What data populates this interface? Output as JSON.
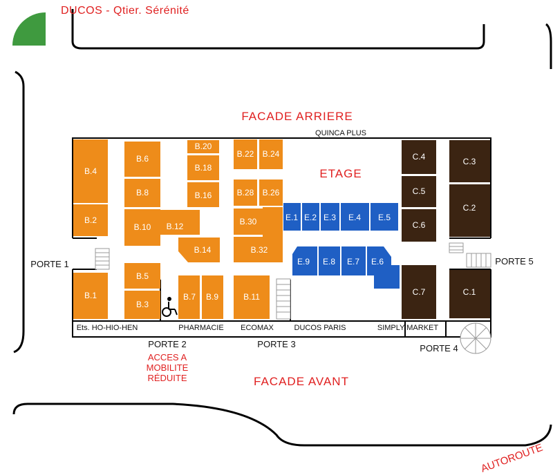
{
  "header": {
    "title": "DUCOS - Qtier. Sérénité"
  },
  "facades": {
    "rear": "FACADE ARRIERE",
    "front": "FACADE AVANT",
    "autoroute": "AUTOROUTE"
  },
  "floor": {
    "upper": "ETAGE",
    "quinca": "QUINCA PLUS"
  },
  "doors": {
    "p1": "PORTE 1",
    "p2": "PORTE 2",
    "p2_note": [
      "ACCES A",
      "MOBILITE",
      "RÉDUITE"
    ],
    "p3": "PORTE 3",
    "p4": "PORTE 4",
    "p5": "PORTE 5"
  },
  "stores": {
    "hohiohen": "Ets. HO-HIO-HEN",
    "pharmacie": "PHARMACIE",
    "ecomax": "ECOMAX",
    "ducos_paris": "DUCOS PARIS",
    "simply": "SIMPLY MARKET"
  },
  "units": {
    "b4": "B.4",
    "b2": "B.2",
    "b1": "B.1",
    "b6": "B.6",
    "b8": "B.8",
    "b10": "B.10",
    "b12": "B.12",
    "b5": "B.5",
    "b3": "B.3",
    "b20": "B.20",
    "b18": "B.18",
    "b16": "B.16",
    "b14": "B.14",
    "b7": "B.7",
    "b9": "B.9",
    "b22": "B.22",
    "b24": "B.24",
    "b28": "B.28",
    "b26": "B.26",
    "b30": "B.30",
    "b32": "B.32",
    "b11": "B.11",
    "e1": "E.1",
    "e2": "E.2",
    "e3": "E.3",
    "e4": "E.4",
    "e5": "E.5",
    "e9": "E.9",
    "e8": "E.8",
    "e7": "E.7",
    "e6": "E.6",
    "c4": "C.4",
    "c5": "C.5",
    "c6": "C.6",
    "c7": "C.7",
    "c3": "C.3",
    "c2": "C.2",
    "c1": "C.1"
  },
  "colors": {
    "orange": "#ee8c1a",
    "blue": "#1f5fc4",
    "brown": "#3b2412",
    "green": "#3f9a3f",
    "red": "#e02020"
  }
}
